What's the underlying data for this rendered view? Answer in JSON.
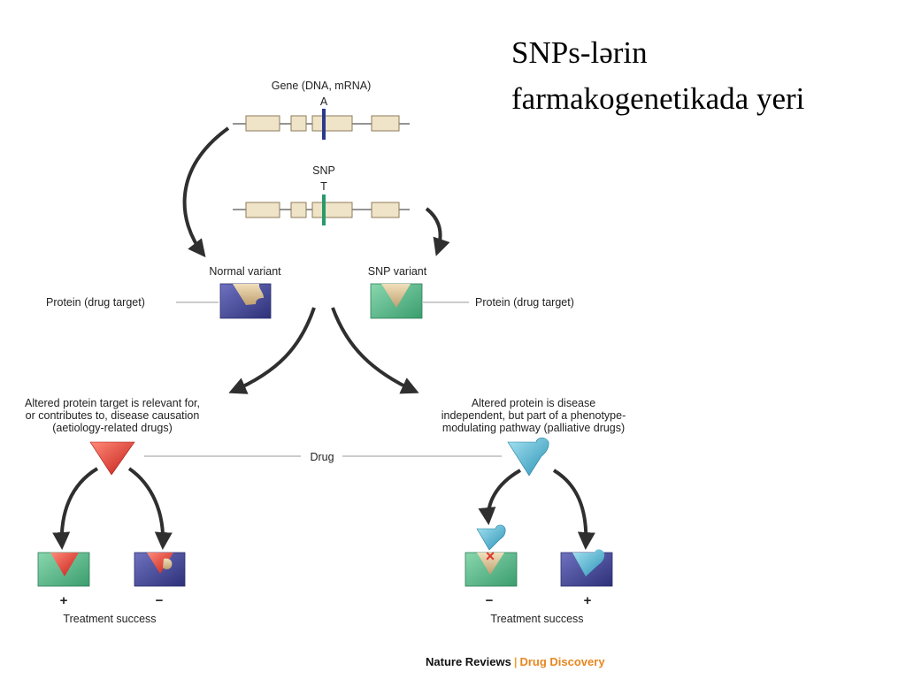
{
  "slide": {
    "title_line1": "SNPs-lərin",
    "title_line2": "farmakogenetikada yeri"
  },
  "diagram": {
    "gene_label": "Gene (DNA, mRNA)",
    "allele_normal": "A",
    "snp_label": "SNP",
    "allele_snp": "T",
    "normal_variant": "Normal variant",
    "snp_variant": "SNP variant",
    "protein_left": "Protein (drug target)",
    "protein_right": "Protein (drug target)",
    "left_branch": [
      "Altered protein target is relevant for,",
      "or contributes to, disease causation",
      "(aetiology-related drugs)"
    ],
    "right_branch": [
      "Altered protein is disease",
      "independent, but part of a phenotype-",
      "modulating pathway (palliative drugs)"
    ],
    "drug_label": "Drug",
    "left_outcome_plus": "+",
    "left_outcome_minus": "−",
    "right_outcome_minus": "−",
    "right_outcome_plus": "+",
    "treatment_left": "Treatment success",
    "treatment_right": "Treatment success",
    "failure_mark": "×"
  },
  "source": {
    "journal": "Nature Reviews",
    "separator": "|",
    "section": "Drug Discovery"
  },
  "colors": {
    "exon_fill": "#efe3c8",
    "allele_normal": "#2b3a8c",
    "allele_snp": "#2a9a6a",
    "normal_protein": "#4a4d9a",
    "snp_protein": "#5fbf8e",
    "aetiology_drug": "#e0352b",
    "palliative_drug": "#4fb6d2",
    "arrow": "#2f2f2f"
  }
}
